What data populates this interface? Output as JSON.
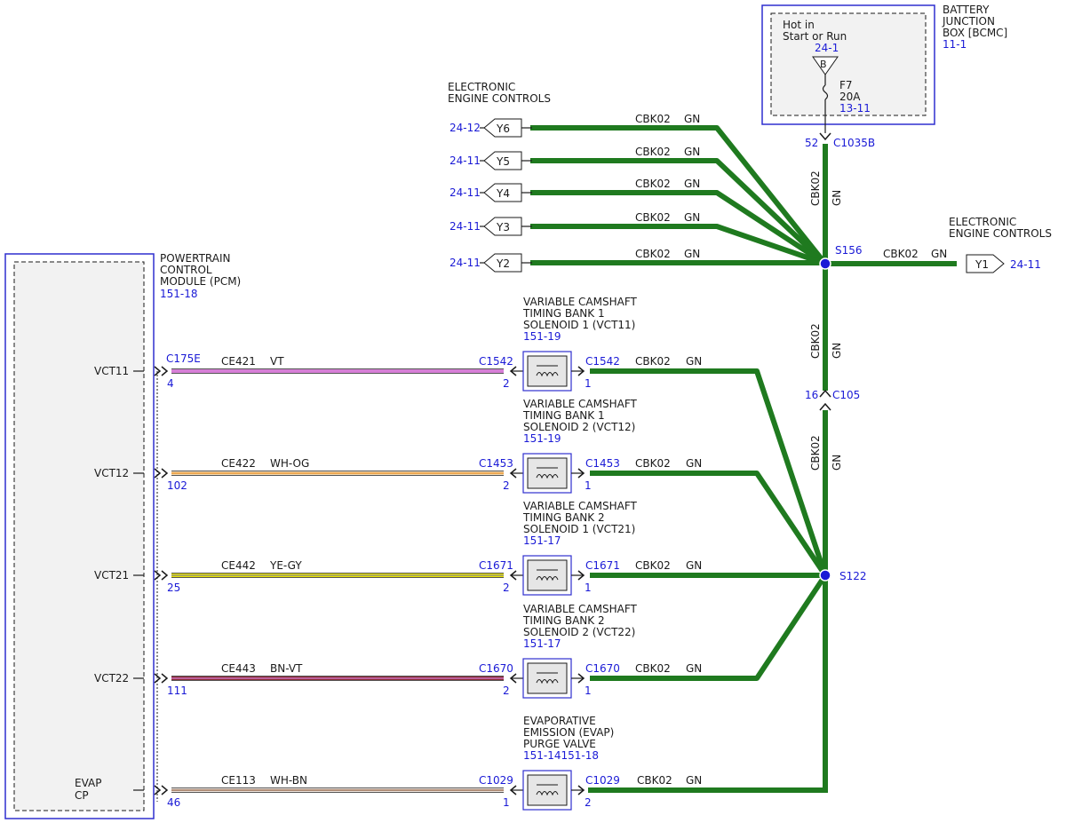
{
  "colors": {
    "green": "#1f7a1f",
    "box_border": "#2f2fcf",
    "ref_blue": "#1a1ad6",
    "box_fill": "#f2f2f2",
    "splice": "#1a1ad6",
    "vt": "#d77fd7",
    "wh_og_main": "#f3d9b2",
    "wh_og_stripe": "#e98a1a",
    "ye_gy_main": "#e6e000",
    "ye_gy_stripe": "#8a8a8a",
    "bn_vt_main": "#8b2a33",
    "bn_vt_stripe": "#d77fd7",
    "wh_bn_main": "#efe4dc",
    "wh_bn_stripe": "#8b5a3c"
  },
  "bjb": {
    "title1": "BATTERY",
    "title2": "JUNCTION",
    "title3": "BOX [BCMC]",
    "ref": "11-1",
    "hot1": "Hot in",
    "hot2": "Start or Run",
    "hot_ref": "24-1",
    "bus": "B",
    "fuse": "F7",
    "amps": "20A",
    "fuse_ref": "13-11",
    "pin": "52",
    "connector": "C1035B"
  },
  "eec_left": {
    "title1": "ELECTRONIC",
    "title2": "ENGINE CONTROLS"
  },
  "eec_right": {
    "title1": "ELECTRONIC",
    "title2": "ENGINE CONTROLS"
  },
  "y_connectors": [
    {
      "name": "Y6",
      "ref": "24-12",
      "circuit": "CBK02",
      "color": "GN"
    },
    {
      "name": "Y5",
      "ref": "24-11",
      "circuit": "CBK02",
      "color": "GN"
    },
    {
      "name": "Y4",
      "ref": "24-11",
      "circuit": "CBK02",
      "color": "GN"
    },
    {
      "name": "Y3",
      "ref": "24-11",
      "circuit": "CBK02",
      "color": "GN"
    },
    {
      "name": "Y2",
      "ref": "24-11",
      "circuit": "CBK02",
      "color": "GN"
    }
  ],
  "y1": {
    "name": "Y1",
    "ref": "24-11",
    "circuit": "CBK02",
    "color": "GN"
  },
  "splice_top": "S156",
  "splice_bottom": "S122",
  "vertical_labels": {
    "upper": {
      "circuit": "CBK02",
      "color": "GN"
    },
    "mid": {
      "circuit": "CBK02",
      "color": "GN"
    },
    "lower": {
      "circuit": "CBK02",
      "color": "GN"
    }
  },
  "c105": {
    "pin": "16",
    "connector": "C105"
  },
  "pcm": {
    "title1": "POWERTRAIN",
    "title2": "CONTROL",
    "title3": "MODULE (PCM)",
    "ref": "151-18",
    "connector": "C175E",
    "pins": [
      {
        "label": "VCT11",
        "pin": "4"
      },
      {
        "label": "VCT12",
        "pin": "102"
      },
      {
        "label": "VCT21",
        "pin": "25"
      },
      {
        "label": "VCT22",
        "pin": "111"
      },
      {
        "label": "EVAP",
        "label2": "CP",
        "pin": "46"
      }
    ]
  },
  "rows": [
    {
      "circuit": "CE421",
      "color": "VT",
      "conn": "C1542",
      "pin_l": "2",
      "pin_r": "1",
      "gnd_circuit": "CBK02",
      "gnd_color": "GN",
      "t1": "VARIABLE CAMSHAFT",
      "t2": "TIMING BANK 1",
      "t3": "SOLENOID 1 (VCT11)",
      "ref": "151-19"
    },
    {
      "circuit": "CE422",
      "color": "WH-OG",
      "conn": "C1453",
      "pin_l": "2",
      "pin_r": "1",
      "gnd_circuit": "CBK02",
      "gnd_color": "GN",
      "t1": "VARIABLE CAMSHAFT",
      "t2": "TIMING BANK 1",
      "t3": "SOLENOID 2 (VCT12)",
      "ref": "151-19"
    },
    {
      "circuit": "CE442",
      "color": "YE-GY",
      "conn": "C1671",
      "pin_l": "2",
      "pin_r": "1",
      "gnd_circuit": "CBK02",
      "gnd_color": "GN",
      "t1": "VARIABLE CAMSHAFT",
      "t2": "TIMING BANK 2",
      "t3": "SOLENOID 1 (VCT21)",
      "ref": "151-17"
    },
    {
      "circuit": "CE443",
      "color": "BN-VT",
      "conn": "C1670",
      "pin_l": "2",
      "pin_r": "1",
      "gnd_circuit": "CBK02",
      "gnd_color": "GN",
      "t1": "VARIABLE CAMSHAFT",
      "t2": "TIMING BANK 2",
      "t3": "SOLENOID 2 (VCT22)",
      "ref": "151-17"
    },
    {
      "circuit": "CE113",
      "color": "WH-BN",
      "conn": "C1029",
      "pin_l": "1",
      "pin_r": "2",
      "gnd_circuit": "CBK02",
      "gnd_color": "GN",
      "t1": "EVAPORATIVE",
      "t2": "EMISSION (EVAP)",
      "t3": "PURGE VALVE",
      "ref": "151-14151-18"
    }
  ]
}
